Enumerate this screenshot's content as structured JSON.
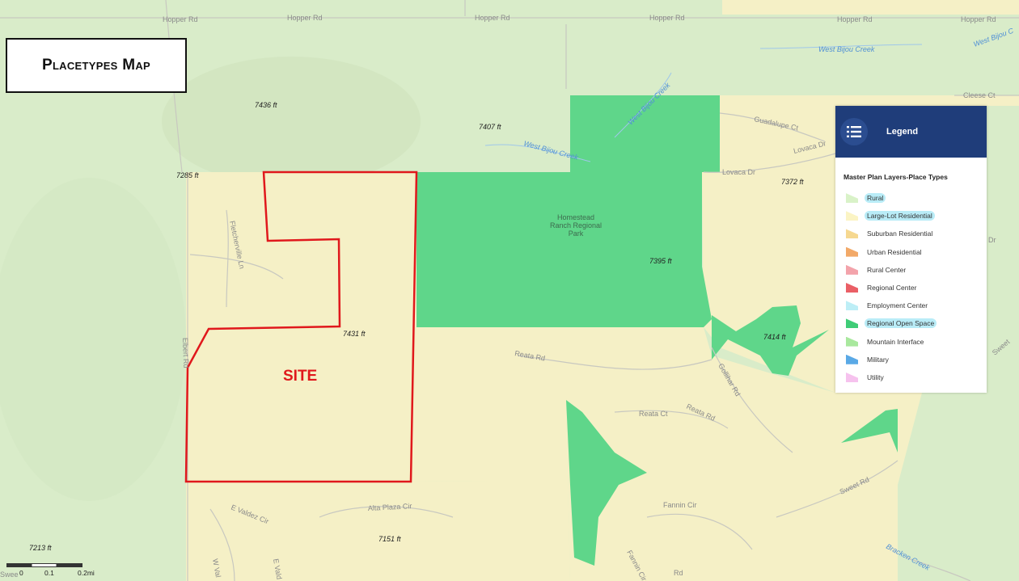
{
  "title": "Placetypes Map",
  "site_label": "SITE",
  "roads": {
    "hopper_1": "Hopper Rd",
    "hopper_2": "Hopper Rd",
    "hopper_3": "Hopper Rd",
    "hopper_4": "Hopper Rd",
    "hopper_5": "Hopper Rd",
    "hopper_6": "Hopper Rd",
    "cleese": "Cleese Ct",
    "guadalupe": "Guadalupe Ct",
    "lovaca_dr_1": "Lovaca Dr",
    "lovaca_dr_2": "Lovaca Dr",
    "dr_fragment": "Dr",
    "fletcherville": "Fletcherville Ln",
    "elbert": "Elbert Rd",
    "reata_rd_1": "Reata Rd",
    "reata_ct": "Reata Ct",
    "reata_rd_2": "Reata Rd",
    "gollihar": "Gollihar Rd",
    "sweet_rd_1": "Sweet Rd",
    "sweet_rd_2": "Sweet",
    "e_valdez": "E Valdez Cir",
    "alta_plaza": "Alta Plaza Cir",
    "fannin_cir": "Fannin Cir",
    "fannin_cir_2": "Fannin Cir",
    "w_valdez": "W Val",
    "e_valdez_2": "E Vald",
    "rd_fragment": "Rd",
    "bracken": "Bracken Creek",
    "sweet_left": "Swee"
  },
  "creeks": {
    "west_bijou_1": "West Bijou Creek",
    "west_bijou_2": "West Bijou Creek",
    "west_bijou_3": "West Bijou Creek",
    "west_bijou_4": "West Bijou C"
  },
  "park_label": [
    "Homestead",
    "Ranch Regional",
    "Park"
  ],
  "elevations": {
    "e7436": "7436 ft",
    "e7407": "7407 ft",
    "e7285": "7285 ft",
    "e7372": "7372 ft",
    "e7395": "7395 ft",
    "e7431": "7431 ft",
    "e7414": "7414 ft",
    "e7151": "7151 ft",
    "e7213": "7213 ft"
  },
  "legend": {
    "title": "Legend",
    "subtitle": "Master Plan Layers-Place Types",
    "items": [
      {
        "label": "Rural",
        "color": "#d9f2c8",
        "highlighted": true
      },
      {
        "label": "Large-Lot Residential",
        "color": "#fbf4c4",
        "highlighted": true
      },
      {
        "label": "Suburban Residential",
        "color": "#f6d890",
        "highlighted": false
      },
      {
        "label": "Urban Residential",
        "color": "#f2a968",
        "highlighted": false
      },
      {
        "label": "Rural Center",
        "color": "#f3a3ab",
        "highlighted": false
      },
      {
        "label": "Regional Center",
        "color": "#ea5f66",
        "highlighted": false
      },
      {
        "label": "Employment Center",
        "color": "#bdeef6",
        "highlighted": false
      },
      {
        "label": "Regional Open Space",
        "color": "#3fcc77",
        "highlighted": true
      },
      {
        "label": "Mountain Interface",
        "color": "#a9e89e",
        "highlighted": false
      },
      {
        "label": "Military",
        "color": "#5aa9e6",
        "highlighted": false
      },
      {
        "label": "Utility",
        "color": "#f6c2ee",
        "highlighted": false
      }
    ]
  },
  "scale": {
    "l0": "0",
    "l1": "0.1",
    "l2": "0.2mi"
  },
  "colors": {
    "rural": "#d9ecc9",
    "large_lot": "#f7f0c6",
    "open_space": "#5fd68a",
    "site_outline": "#e0181c"
  }
}
